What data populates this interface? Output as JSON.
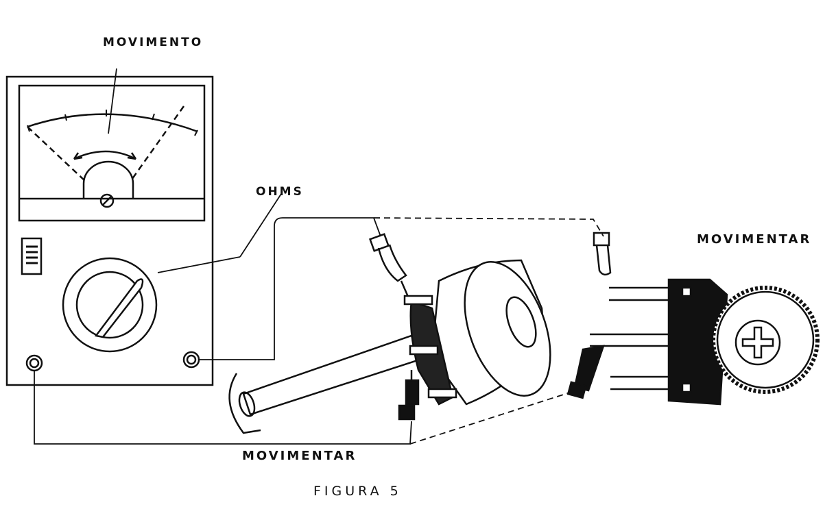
{
  "labels": {
    "movimento": "MOVIMENTO",
    "ohms": "OHMS",
    "movimentar_right": "MOVIMENTAR",
    "movimentar_bottom": "MOVIMENTAR",
    "caption": "FIGURA 5"
  }
}
